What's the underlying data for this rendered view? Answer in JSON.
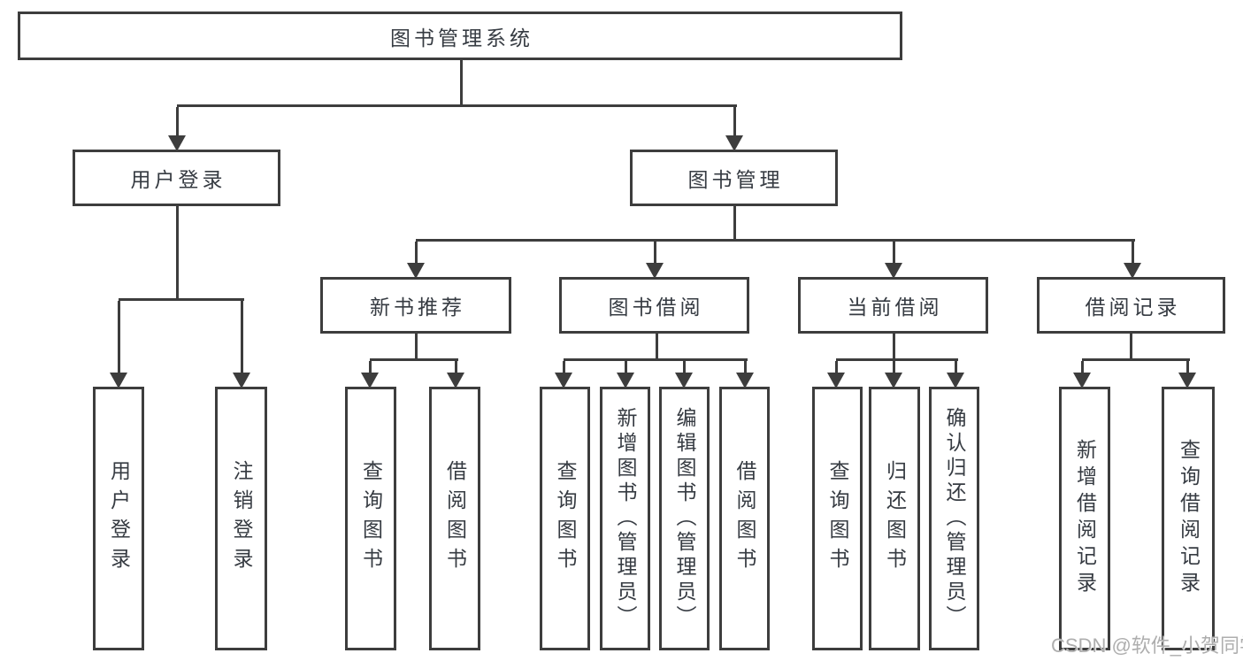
{
  "diagram": {
    "root": {
      "label": "图书管理系统"
    },
    "branches": [
      {
        "label": "用户登录",
        "children": [
          {
            "label": "用户登录"
          },
          {
            "label": "注销登录"
          }
        ]
      },
      {
        "label": "图书管理",
        "children": [
          {
            "label": "新书推荐",
            "children": [
              {
                "label": "查询图书"
              },
              {
                "label": "借阅图书"
              }
            ]
          },
          {
            "label": "图书借阅",
            "children": [
              {
                "label": "查询图书"
              },
              {
                "label": "新增图书（管理员）"
              },
              {
                "label": "编辑图书（管理员）"
              },
              {
                "label": "借阅图书"
              }
            ]
          },
          {
            "label": "当前借阅",
            "children": [
              {
                "label": "查询图书"
              },
              {
                "label": "归还图书"
              },
              {
                "label": "确认归还（管理员）"
              }
            ]
          },
          {
            "label": "借阅记录",
            "children": [
              {
                "label": "新增借阅记录"
              },
              {
                "label": "查询借阅记录"
              }
            ]
          }
        ]
      }
    ],
    "watermark": "CSDN @软件_小贺同学",
    "colors": {
      "line": "#3d3d3d",
      "text": "#363b42",
      "watermark": "#aeaeae",
      "background": "#ffffff"
    }
  }
}
